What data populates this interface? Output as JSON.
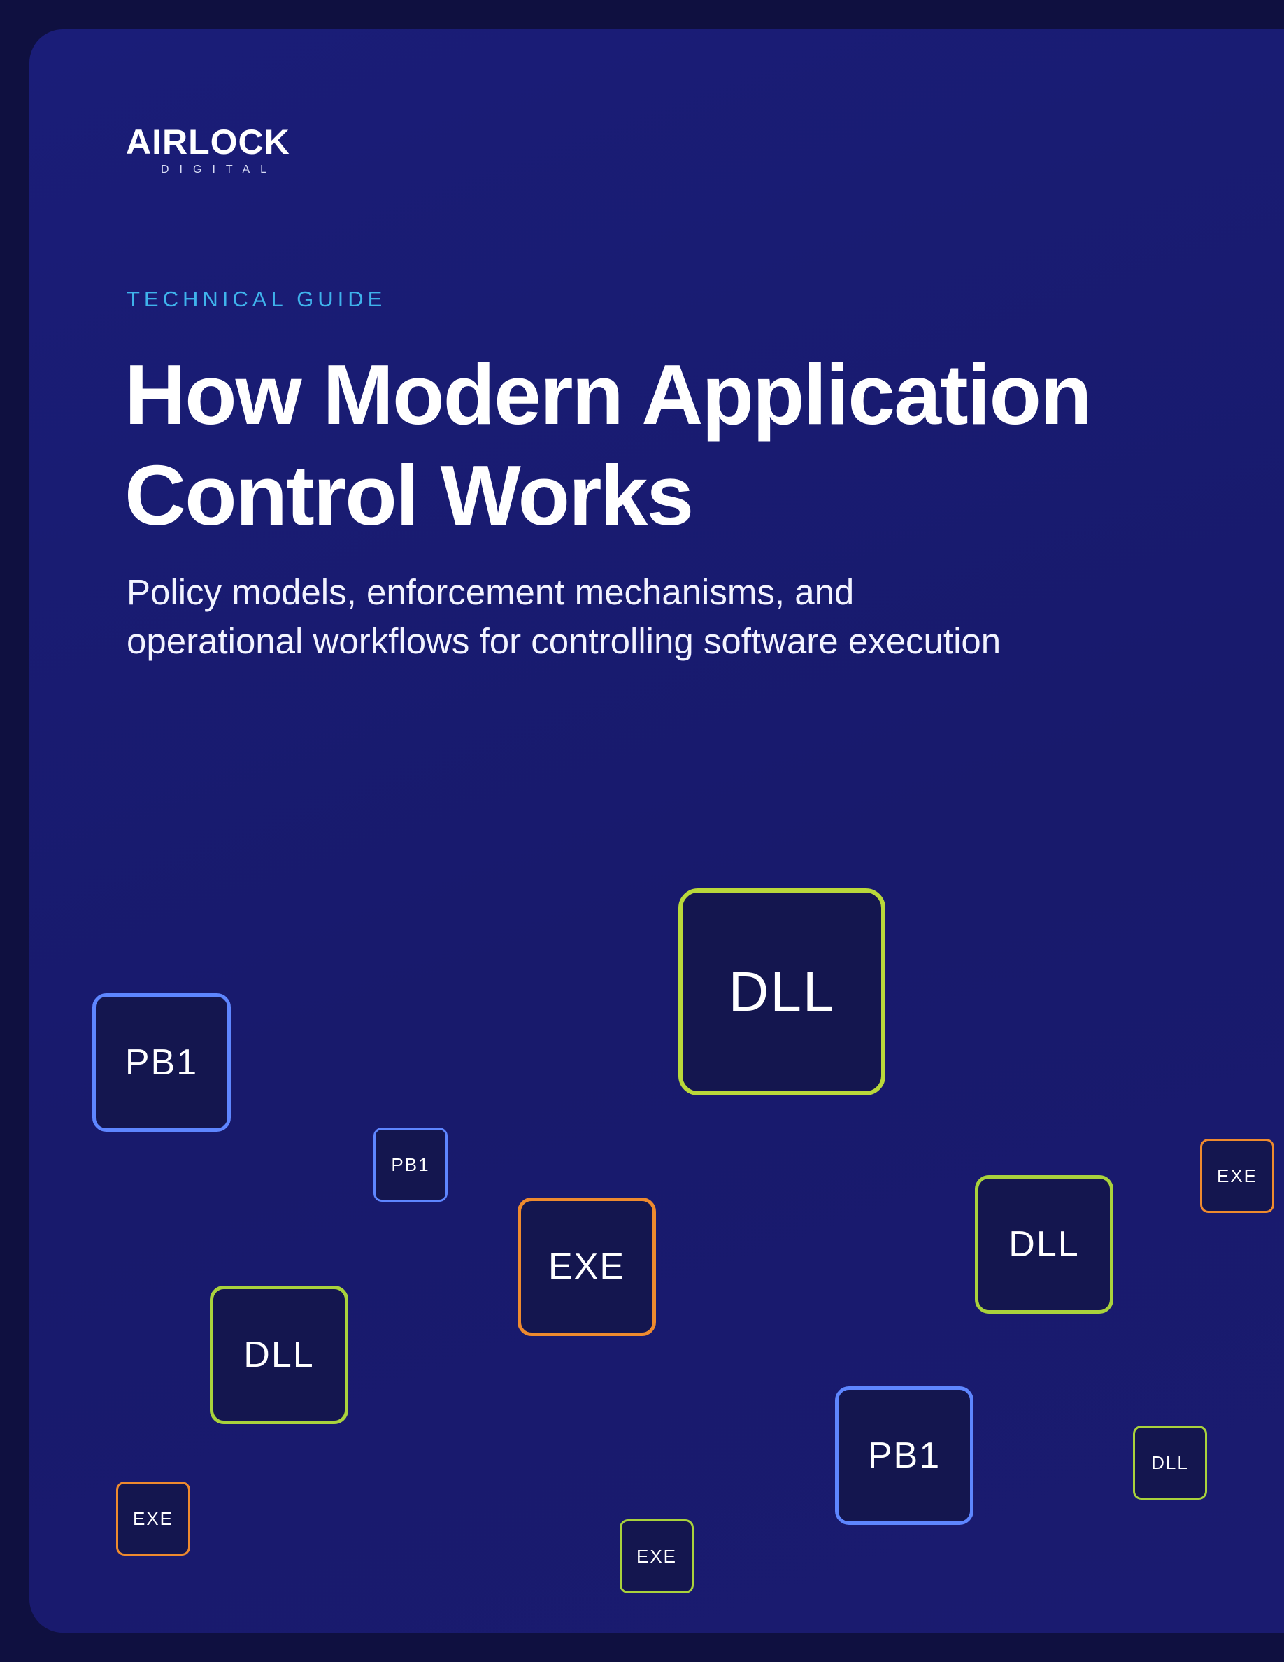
{
  "brand": {
    "name": "AIRLOCK",
    "sub": "DIGITAL"
  },
  "cover": {
    "eyebrow": "TECHNICAL GUIDE",
    "title_line1": "How Modern Application",
    "title_line2": "Control Works",
    "subtitle_line1": "Policy models, enforcement mechanisms, and",
    "subtitle_line2": "operational workflows for controlling software execution"
  },
  "tiles": [
    {
      "label": "DLL",
      "color": "#b9d83a"
    },
    {
      "label": "PB1",
      "color": "#5e86ff"
    },
    {
      "label": "PB1",
      "color": "#5e86ff"
    },
    {
      "label": "EXE",
      "color": "#ee8a2e"
    },
    {
      "label": "DLL",
      "color": "#a9d23c"
    },
    {
      "label": "EXE",
      "color": "#ee8a2e"
    },
    {
      "label": "DLL",
      "color": "#a9d23c"
    },
    {
      "label": "PB1",
      "color": "#5e86ff"
    },
    {
      "label": "DLL",
      "color": "#a9d23c"
    },
    {
      "label": "EXE",
      "color": "#ee8a2e"
    },
    {
      "label": "EXE",
      "color": "#a9d23c"
    }
  ]
}
